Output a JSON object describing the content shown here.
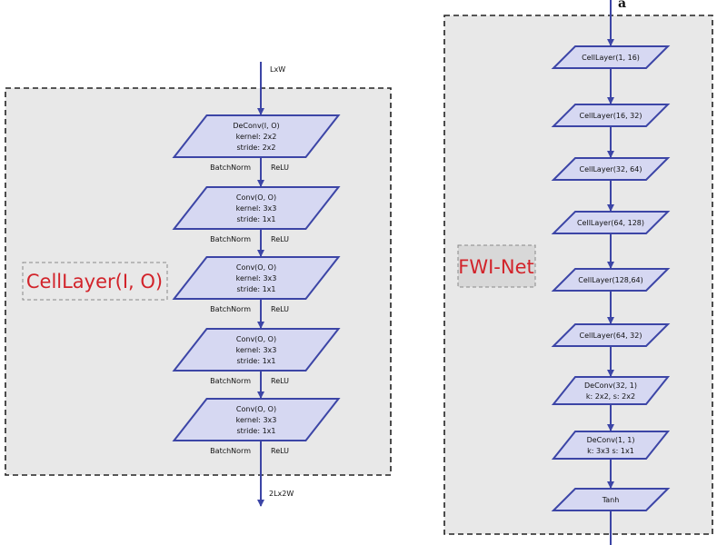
{
  "colors": {
    "panel_fill": "#e8e8e8",
    "node_fill": "#d6d8f2",
    "node_stroke": "#3c45a6",
    "arrow": "#3c45a6",
    "label_red": "#d2232a"
  },
  "left_panel": {
    "label": "CellLayer(I, O)",
    "input_label": "LxW",
    "output_label": "2Lx2W",
    "nodes": [
      {
        "lines": [
          "DeConv(I, O)",
          "kernel: 2x2",
          "stride: 2x2"
        ]
      },
      {
        "lines": [
          "Conv(O, O)",
          "kernel: 3x3",
          "stride: 1x1"
        ]
      },
      {
        "lines": [
          "Conv(O, O)",
          "kernel: 3x3",
          "stride: 1x1"
        ]
      },
      {
        "lines": [
          "Conv(O, O)",
          "kernel: 3x3",
          "stride: 1x1"
        ]
      },
      {
        "lines": [
          "Conv(O, O)",
          "kernel: 3x3",
          "stride: 1x1"
        ]
      }
    ],
    "edges": [
      {
        "left": "BatchNorm",
        "right": "ReLU"
      },
      {
        "left": "BatchNorm",
        "right": "ReLU"
      },
      {
        "left": "BatchNorm",
        "right": "ReLU"
      },
      {
        "left": "BatchNorm",
        "right": "ReLU"
      },
      {
        "left": "BatchNorm",
        "right": "ReLU"
      }
    ]
  },
  "right_panel": {
    "letter": "a",
    "label": "FWI-Net",
    "nodes": [
      {
        "lines": [
          "CellLayer(1, 16)"
        ]
      },
      {
        "lines": [
          "CellLayer(16, 32)"
        ]
      },
      {
        "lines": [
          "CellLayer(32, 64)"
        ]
      },
      {
        "lines": [
          "CellLayer(64, 128)"
        ]
      },
      {
        "lines": [
          "CellLayer(128,64)"
        ]
      },
      {
        "lines": [
          "CellLayer(64, 32)"
        ]
      },
      {
        "lines": [
          "DeConv(32, 1)",
          "k: 2x2, s: 2x2"
        ]
      },
      {
        "lines": [
          "DeConv(1, 1)",
          "k: 3x3 s: 1x1"
        ]
      },
      {
        "lines": [
          "Tanh"
        ]
      }
    ]
  }
}
